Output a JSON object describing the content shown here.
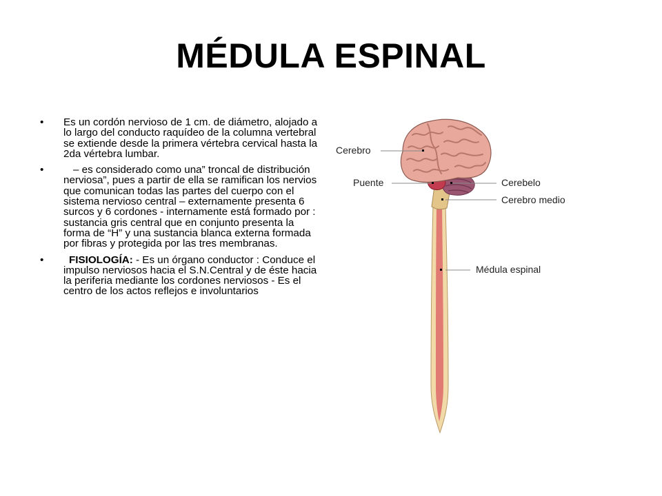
{
  "title": "MÉDULA ESPINAL",
  "bullets": [
    {
      "text": "Es un cordón nervioso de 1 cm. de diámetro, alojado a lo largo del conducto raquídeo de la columna vertebral se extiende desde la primera vértebra cervical hasta la 2da vértebra lumbar."
    },
    {
      "text": "– es considerado como una” troncal de distribución nerviosa”, pues a partir de ella se ramifican los nervios que comunican todas las partes del cuerpo con el sistema nervioso central – externamente presenta 6 surcos y 6 cordones - internamente está formado por : sustancia gris central que en conjunto presenta la forma de “H” y una sustancia blanca externa formada por fibras y protegida por las tres membranas."
    },
    {
      "label": "FISIOLOGÍA:",
      "text": " - Es un órgano conductor : Conduce el impulso nerviosos hacia el S.N.Central y de éste hacia la periferia mediante los cordones nerviosos - Es el centro de los actos reflejos e involuntarios"
    }
  ],
  "bullet_symbol": "•",
  "diagram": {
    "labels": {
      "cerebro": "Cerebro",
      "puente": "Puente",
      "cerebelo": "Cerebelo",
      "cerebro_medio": "Cerebro medio",
      "medula": "Médula espinal"
    },
    "colors": {
      "brain": "#e8a89c",
      "brain_gyri": "#b9776a",
      "cerebellum": "#9a5570",
      "pons": "#c23b4e",
      "midbrain": "#e3c58a",
      "cord_outer": "#f2d9a8",
      "cord_inner": "#e07a73",
      "leader": "#888888"
    }
  }
}
